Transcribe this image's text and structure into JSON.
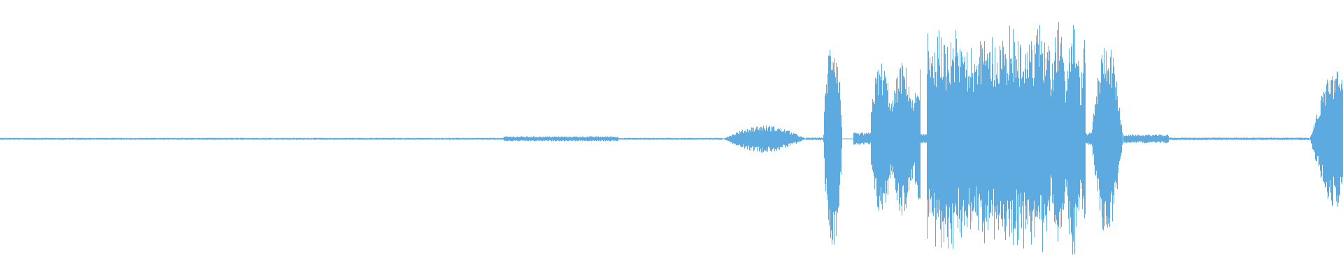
{
  "waveform": {
    "color": "#5DAAE0",
    "background": "#FFFFFF",
    "baseline_level": 0.008,
    "segments": [
      {
        "start": 0.0,
        "end": 0.375,
        "amp": 0.008,
        "shape": "flat"
      },
      {
        "start": 0.375,
        "end": 0.46,
        "amp": 0.02,
        "shape": "flat"
      },
      {
        "start": 0.46,
        "end": 0.535,
        "amp": 0.008,
        "shape": "flat"
      },
      {
        "start": 0.538,
        "end": 0.6,
        "amp": 0.11,
        "shape": "bump"
      },
      {
        "start": 0.6,
        "end": 0.612,
        "amp": 0.01,
        "shape": "flat"
      },
      {
        "start": 0.613,
        "end": 0.635,
        "amp": 0.86,
        "shape": "spike"
      },
      {
        "start": 0.635,
        "end": 0.648,
        "amp": 0.05,
        "shape": "flat"
      },
      {
        "start": 0.648,
        "end": 0.685,
        "amp": 0.62,
        "shape": "burst"
      },
      {
        "start": 0.685,
        "end": 0.69,
        "amp": 0.04,
        "shape": "flat"
      },
      {
        "start": 0.69,
        "end": 0.75,
        "amp": 0.9,
        "shape": "block"
      },
      {
        "start": 0.75,
        "end": 0.782,
        "amp": 0.96,
        "shape": "block"
      },
      {
        "start": 0.782,
        "end": 0.808,
        "amp": 0.95,
        "shape": "burst"
      },
      {
        "start": 0.808,
        "end": 0.812,
        "amp": 0.05,
        "shape": "flat"
      },
      {
        "start": 0.812,
        "end": 0.836,
        "amp": 0.8,
        "shape": "bump"
      },
      {
        "start": 0.836,
        "end": 0.87,
        "amp": 0.035,
        "shape": "flat"
      },
      {
        "start": 0.87,
        "end": 0.975,
        "amp": 0.01,
        "shape": "flat"
      },
      {
        "start": 0.975,
        "end": 1.0,
        "amp": 0.55,
        "shape": "rise"
      }
    ]
  }
}
